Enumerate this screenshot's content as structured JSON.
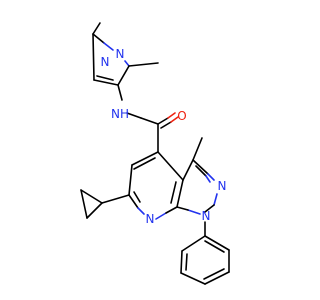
{
  "colors": {
    "carbon": "#000000",
    "nitrogen": "#2233ee",
    "oxygen": "#ee2211"
  },
  "atoms": {
    "n_pz_n2": {
      "text": "N",
      "element": "nitrogen"
    },
    "n_pz_n1": {
      "text": "N",
      "element": "nitrogen"
    },
    "amide_nh": {
      "text": "NH",
      "element": "nitrogen"
    },
    "amide_o": {
      "text": "O",
      "element": "oxygen"
    },
    "n_core_n2": {
      "text": "N",
      "element": "nitrogen"
    },
    "n_core_n1": {
      "text": "N",
      "element": "nitrogen"
    },
    "n_pyridine": {
      "text": "N",
      "element": "nitrogen"
    }
  }
}
